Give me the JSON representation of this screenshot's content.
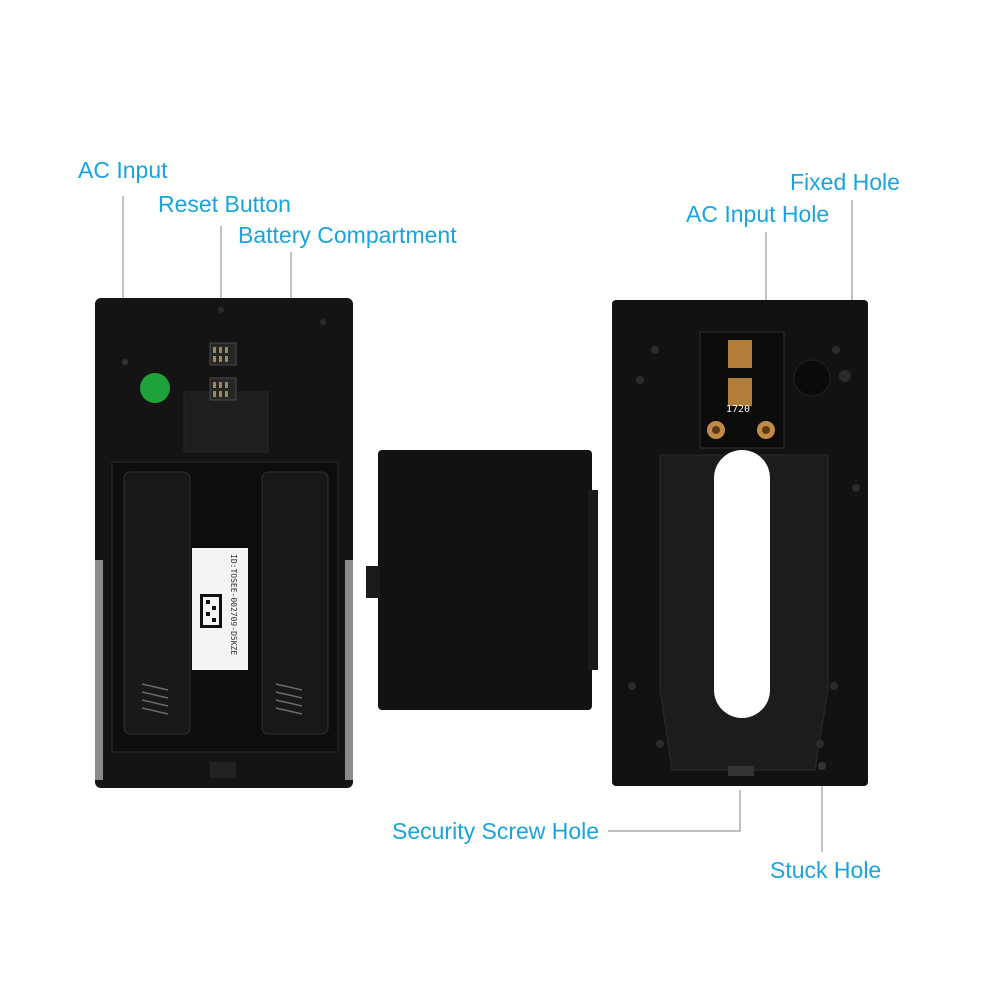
{
  "labels": {
    "ac_input": "AC Input",
    "reset_button": "Reset Button",
    "battery_compartment": "Battery Compartment",
    "fixed_hole": "Fixed Hole",
    "ac_input_hole": "AC Input Hole",
    "security_screw_hole": "Security Screw Hole",
    "stuck_hole": "Stuck Hole"
  },
  "device": {
    "qr_sticker_text": "ID:TOSEE-002709-D5KZE",
    "pcb_marking": "1720"
  },
  "colors": {
    "label": "#1aa3dc",
    "body": "#141414",
    "led": "#1fa33a"
  }
}
